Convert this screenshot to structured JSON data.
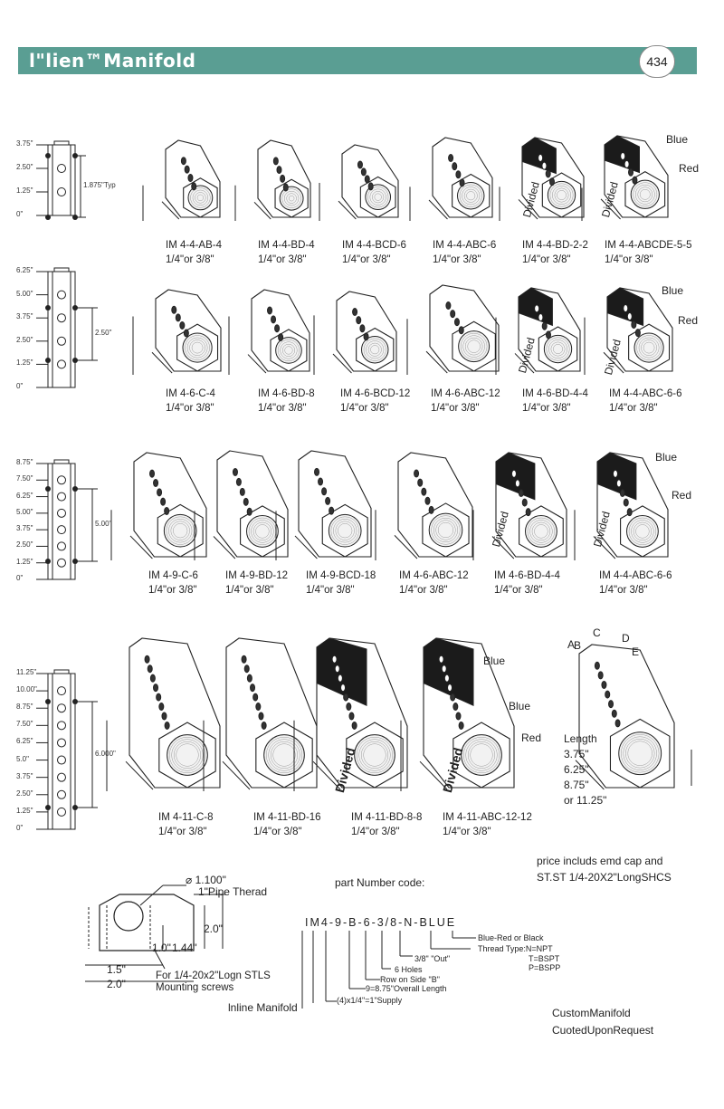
{
  "header": {
    "title": "l\"lien™Manifold",
    "page_number": "434"
  },
  "rows": [
    {
      "scale": [
        "3.75\"",
        "2.50\"",
        "1.25\"",
        "0\""
      ],
      "dim": "1.875\"Typ",
      "items": [
        {
          "code": "IM 4-4-AB-4",
          "size": "1/4\"or 3/8\""
        },
        {
          "code": "IM 4-4-BD-4",
          "size": "1/4\"or 3/8\""
        },
        {
          "code": "IM 4-4-BCD-6",
          "size": "1/4\"or 3/8\""
        },
        {
          "code": "IM 4-4-ABC-6",
          "size": "1/4\"or 3/8\""
        },
        {
          "code": "IM 4-4-BD-2-2",
          "size": "1/4\"or 3/8\""
        },
        {
          "code": "IM 4-4-ABCDE-5-5",
          "size": "1/4\"or 3/8\""
        }
      ]
    },
    {
      "scale": [
        "6.25\"",
        "5.00\"",
        "3.75\"",
        "2.50\"",
        "1.25\"",
        "0\""
      ],
      "dim": "2.50\"",
      "items": [
        {
          "code": "IM 4-6-C-4",
          "size": "1/4\"or 3/8\""
        },
        {
          "code": "IM 4-6-BD-8",
          "size": "1/4\"or 3/8\""
        },
        {
          "code": "IM 4-6-BCD-12",
          "size": "1/4\"or 3/8\""
        },
        {
          "code": "IM 4-6-ABC-12",
          "size": "1/4\"or 3/8\""
        },
        {
          "code": "IM 4-6-BD-4-4",
          "size": "1/4\"or 3/8\""
        },
        {
          "code": "IM 4-4-ABC-6-6",
          "size": "1/4\"or 3/8\""
        }
      ]
    },
    {
      "scale": [
        "8.75\"",
        "7.50\"",
        "6.25\"",
        "5.00\"",
        "3.75\"",
        "2.50\"",
        "1.25\"",
        "0\""
      ],
      "dim": "5.00\"",
      "items": [
        {
          "code": "IM 4-9-C-6",
          "size": "1/4\"or 3/8\""
        },
        {
          "code": "IM 4-9-BD-12",
          "size": "1/4\"or 3/8\""
        },
        {
          "code": "IM 4-9-BCD-18",
          "size": "1/4\"or 3/8\""
        },
        {
          "code": "IM 4-6-ABC-12",
          "size": "1/4\"or 3/8\""
        },
        {
          "code": "IM 4-6-BD-4-4",
          "size": "1/4\"or 3/8\""
        },
        {
          "code": "IM 4-4-ABC-6-6",
          "size": "1/4\"or 3/8\""
        }
      ]
    },
    {
      "scale": [
        "11.25\"",
        "10.00\"",
        "8.75\"",
        "7.50\"",
        "6.25\"",
        "5.0\"",
        "3.75\"",
        "2.50\"",
        "1.25\"",
        "0\""
      ],
      "dim": "6.000\"",
      "items": [
        {
          "code": "IM 4-11-C-8",
          "size": "1/4\"or 3/8\""
        },
        {
          "code": "IM 4-11-BD-16",
          "size": "1/4\"or 3/8\""
        },
        {
          "code": "IM 4-11-BD-8-8",
          "size": "1/4\"or 3/8\""
        },
        {
          "code": "IM 4-11-ABC-12-12",
          "size": "1/4\"or 3/8\""
        }
      ]
    }
  ],
  "tags": {
    "blue": "Blue",
    "red": "Red",
    "divided": "Divided"
  },
  "sides_diagram": {
    "letters": [
      "A",
      "B",
      "C",
      "D",
      "E"
    ],
    "length_label": "Length",
    "lengths": [
      "3.75\"",
      "6.25\"",
      "8.75\"",
      "or 11.25\""
    ]
  },
  "price_note": [
    "price includs emd cap and",
    "ST.ST 1/4-20X2\"LongSHCS"
  ],
  "end_view": {
    "diameter": "1.100\"",
    "pipe": "1\"Pipe Therad",
    "height": "2.0\"",
    "d1": "1.0\"",
    "d2": "1.44\"",
    "w1": "1.5\"",
    "w2": "2.0\"",
    "screw_note": [
      "For 1/4-20x2\"Logn STLS",
      "Mounting screws"
    ]
  },
  "part_code": {
    "title": "part Number code:",
    "code": "IM4-9-B-6-3/8-N-BLUE",
    "inline": "lnline Manifold",
    "notes": {
      "color": "Blue-Red or Black",
      "thread_title": "Thread Type:N=NPT",
      "thread_t": "T=BSPT",
      "thread_p": "P=BSPP",
      "out": "3/8\" \"Out\"",
      "holes": "6 Holes",
      "row": "Row on Side \"B\"",
      "length": "9=8.75\"Overall Length",
      "supply": "(4)x1/4\"=1\"Supply"
    }
  },
  "custom_note": [
    "CustomManifold",
    "CuotedUponRequest"
  ]
}
